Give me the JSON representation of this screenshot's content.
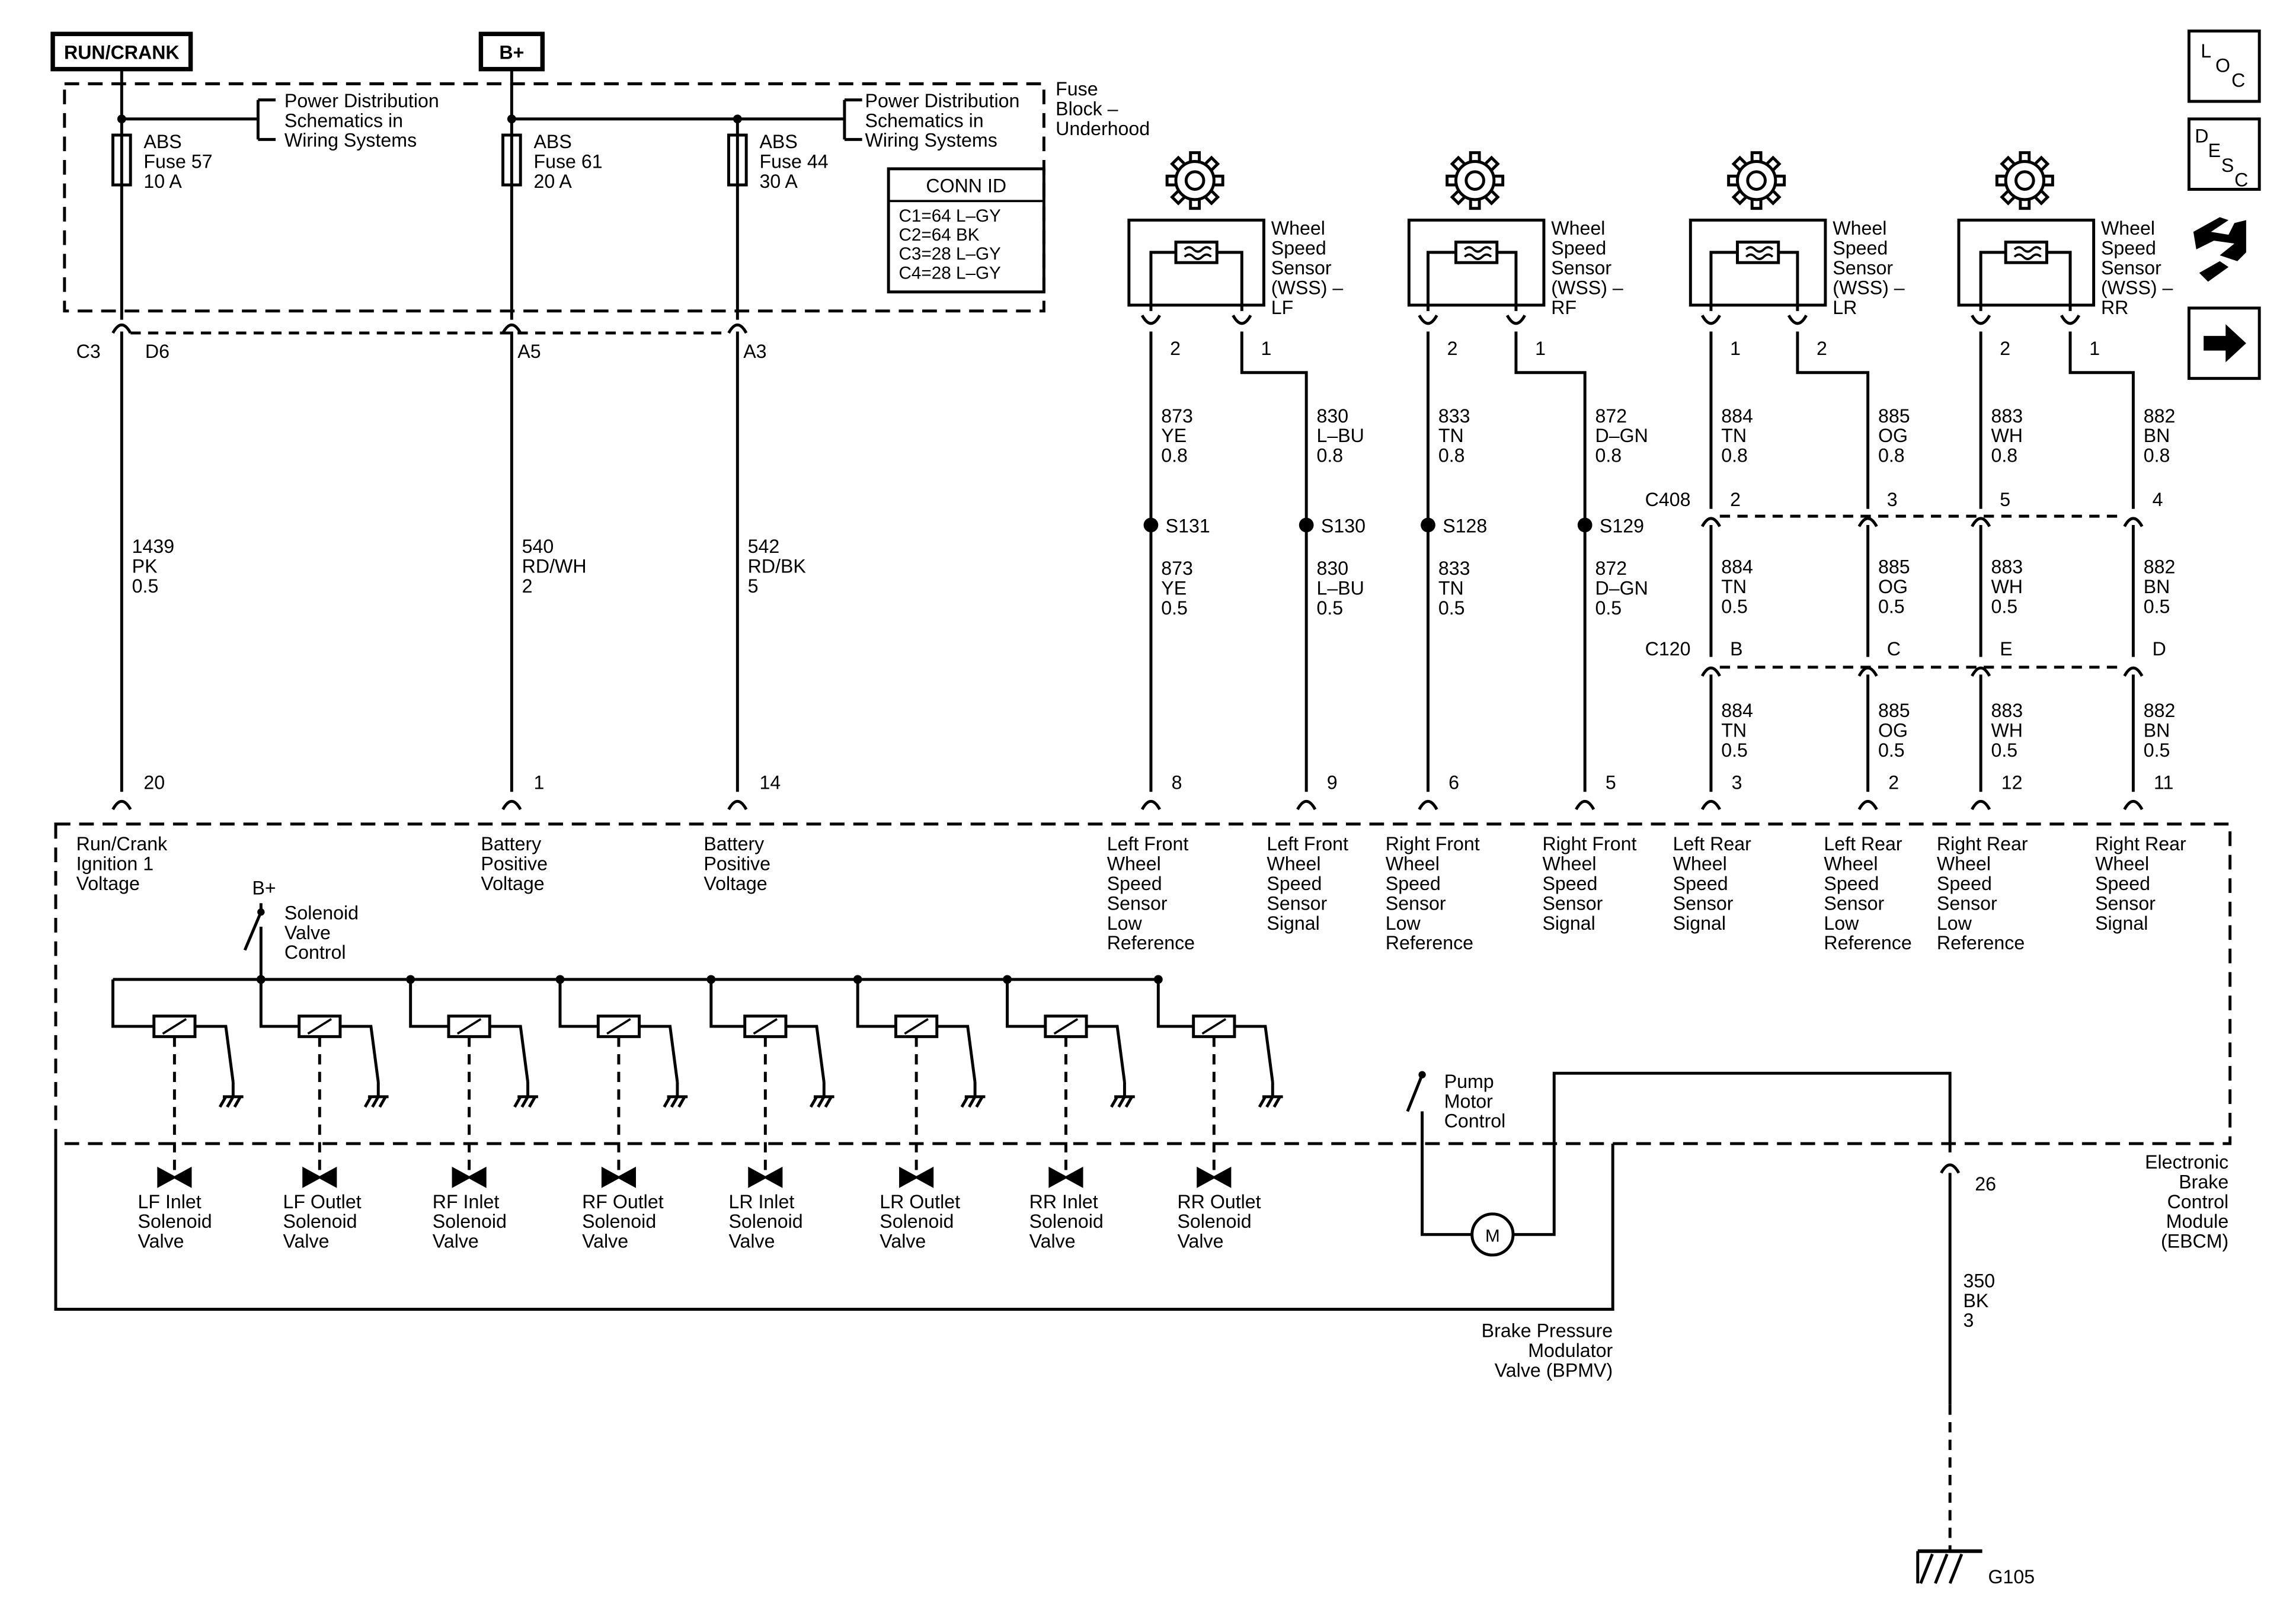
{
  "power_boxes": {
    "run_crank": "RUN/CRANK",
    "b_plus": "B+"
  },
  "fuse_block": {
    "label": [
      "Fuse",
      "Block –",
      "Underhood"
    ],
    "power_ref_1": [
      "Power Distribution",
      "Schematics in",
      "Wiring Systems"
    ],
    "power_ref_2": [
      "Power Distribution",
      "Schematics in",
      "Wiring Systems"
    ],
    "fuses": [
      {
        "id": "fuse57",
        "lines": [
          "ABS",
          "Fuse 57",
          "10 A"
        ]
      },
      {
        "id": "fuse61",
        "lines": [
          "ABS",
          "Fuse 61",
          "20 A"
        ]
      },
      {
        "id": "fuse44",
        "lines": [
          "ABS",
          "Fuse 44",
          "30 A"
        ]
      }
    ],
    "conn_id": {
      "title": "CONN ID",
      "rows": [
        "C1=64 L–GY",
        "C2=64 BK",
        "C3=28 L–GY",
        "C4=28 L–GY"
      ]
    },
    "connector_label": "C3",
    "pins": [
      "D6",
      "A5",
      "A3"
    ]
  },
  "power_wires": [
    {
      "id": "w1439",
      "lines": [
        "1439",
        "PK",
        "0.5"
      ]
    },
    {
      "id": "w540",
      "lines": [
        "540",
        "RD/WH",
        "2"
      ]
    },
    {
      "id": "w542",
      "lines": [
        "542",
        "RD/BK",
        "5"
      ]
    }
  ],
  "ebcm_power_pins": [
    "20",
    "1",
    "14"
  ],
  "ebcm_power_labels": [
    [
      "Run/Crank",
      "Ignition 1",
      "Voltage"
    ],
    [
      "Battery",
      "Positive",
      "Voltage"
    ],
    [
      "Battery",
      "Positive",
      "Voltage"
    ]
  ],
  "sensors": [
    {
      "id": "lf",
      "name": [
        "Wheel",
        "Speed",
        "Sensor",
        "(WSS) –",
        "LF"
      ],
      "pins": [
        "2",
        "1"
      ]
    },
    {
      "id": "rf",
      "name": [
        "Wheel",
        "Speed",
        "Sensor",
        "(WSS) –",
        "RF"
      ],
      "pins": [
        "2",
        "1"
      ]
    },
    {
      "id": "lr",
      "name": [
        "Wheel",
        "Speed",
        "Sensor",
        "(WSS) –",
        "LR"
      ],
      "pins": [
        "1",
        "2"
      ]
    },
    {
      "id": "rr",
      "name": [
        "Wheel",
        "Speed",
        "Sensor",
        "(WSS) –",
        "RR"
      ],
      "pins": [
        "2",
        "1"
      ]
    }
  ],
  "front_wires_upper": [
    [
      "873",
      "YE",
      "0.8"
    ],
    [
      "830",
      "L–BU",
      "0.8"
    ],
    [
      "833",
      "TN",
      "0.8"
    ],
    [
      "872",
      "D–GN",
      "0.8"
    ]
  ],
  "splices": [
    "S131",
    "S130",
    "S128",
    "S129"
  ],
  "front_wires_lower": [
    [
      "873",
      "YE",
      "0.5"
    ],
    [
      "830",
      "L–BU",
      "0.5"
    ],
    [
      "833",
      "TN",
      "0.5"
    ],
    [
      "872",
      "D–GN",
      "0.5"
    ]
  ],
  "rear_wires_upper": [
    [
      "884",
      "TN",
      "0.8"
    ],
    [
      "885",
      "OG",
      "0.8"
    ],
    [
      "883",
      "WH",
      "0.8"
    ],
    [
      "882",
      "BN",
      "0.8"
    ]
  ],
  "c408": {
    "label": "C408",
    "pins": [
      "2",
      "3",
      "5",
      "4"
    ]
  },
  "rear_wires_mid": [
    [
      "884",
      "TN",
      "0.5"
    ],
    [
      "885",
      "OG",
      "0.5"
    ],
    [
      "883",
      "WH",
      "0.5"
    ],
    [
      "882",
      "BN",
      "0.5"
    ]
  ],
  "c120": {
    "label": "C120",
    "pins": [
      "B",
      "C",
      "E",
      "D"
    ]
  },
  "rear_wires_lower": [
    [
      "884",
      "TN",
      "0.5"
    ],
    [
      "885",
      "OG",
      "0.5"
    ],
    [
      "883",
      "WH",
      "0.5"
    ],
    [
      "882",
      "BN",
      "0.5"
    ]
  ],
  "ebcm_sensor_pins": [
    "8",
    "9",
    "6",
    "5",
    "3",
    "2",
    "12",
    "11"
  ],
  "ebcm_sensor_labels": [
    [
      "Left Front",
      "Wheel",
      "Speed",
      "Sensor",
      "Low",
      "Reference"
    ],
    [
      "Left Front",
      "Wheel",
      "Speed",
      "Sensor",
      "Signal"
    ],
    [
      "Right Front",
      "Wheel",
      "Speed",
      "Sensor",
      "Low",
      "Reference"
    ],
    [
      "Right Front",
      "Wheel",
      "Speed",
      "Sensor",
      "Signal"
    ],
    [
      "Left Rear",
      "Wheel",
      "Speed",
      "Sensor",
      "Signal"
    ],
    [
      "Left Rear",
      "Wheel",
      "Speed",
      "Sensor",
      "Low",
      "Reference"
    ],
    [
      "Right Rear",
      "Wheel",
      "Speed",
      "Sensor",
      "Low",
      "Reference"
    ],
    [
      "Right Rear",
      "Wheel",
      "Speed",
      "Sensor",
      "Signal"
    ]
  ],
  "solenoid_control": {
    "supply": "B+",
    "label": [
      "Solenoid",
      "Valve",
      "Control"
    ]
  },
  "valves": [
    [
      "LF Inlet",
      "Solenoid",
      "Valve"
    ],
    [
      "LF Outlet",
      "Solenoid",
      "Valve"
    ],
    [
      "RF Inlet",
      "Solenoid",
      "Valve"
    ],
    [
      "RF Outlet",
      "Solenoid",
      "Valve"
    ],
    [
      "LR Inlet",
      "Solenoid",
      "Valve"
    ],
    [
      "LR Outlet",
      "Solenoid",
      "Valve"
    ],
    [
      "RR Inlet",
      "Solenoid",
      "Valve"
    ],
    [
      "RR Outlet",
      "Solenoid",
      "Valve"
    ]
  ],
  "pump": {
    "label": [
      "Pump",
      "Motor",
      "Control"
    ],
    "motor_symbol": "M"
  },
  "ebcm": {
    "label": [
      "Electronic",
      "Brake",
      "Control",
      "Module",
      "(EBCM)"
    ]
  },
  "bpmv": {
    "label": [
      "Brake Pressure",
      "Modulator",
      "Valve (BPMV)"
    ]
  },
  "ground": {
    "pin": "26",
    "wire": [
      "350",
      "BK",
      "3"
    ],
    "label": "G105"
  },
  "side_icons": {
    "loc": [
      "L",
      "O",
      "C"
    ],
    "desc": [
      "D",
      "E",
      "S",
      "C"
    ],
    "icons": [
      "connector-tools-icon",
      "arrow-right-icon"
    ]
  }
}
